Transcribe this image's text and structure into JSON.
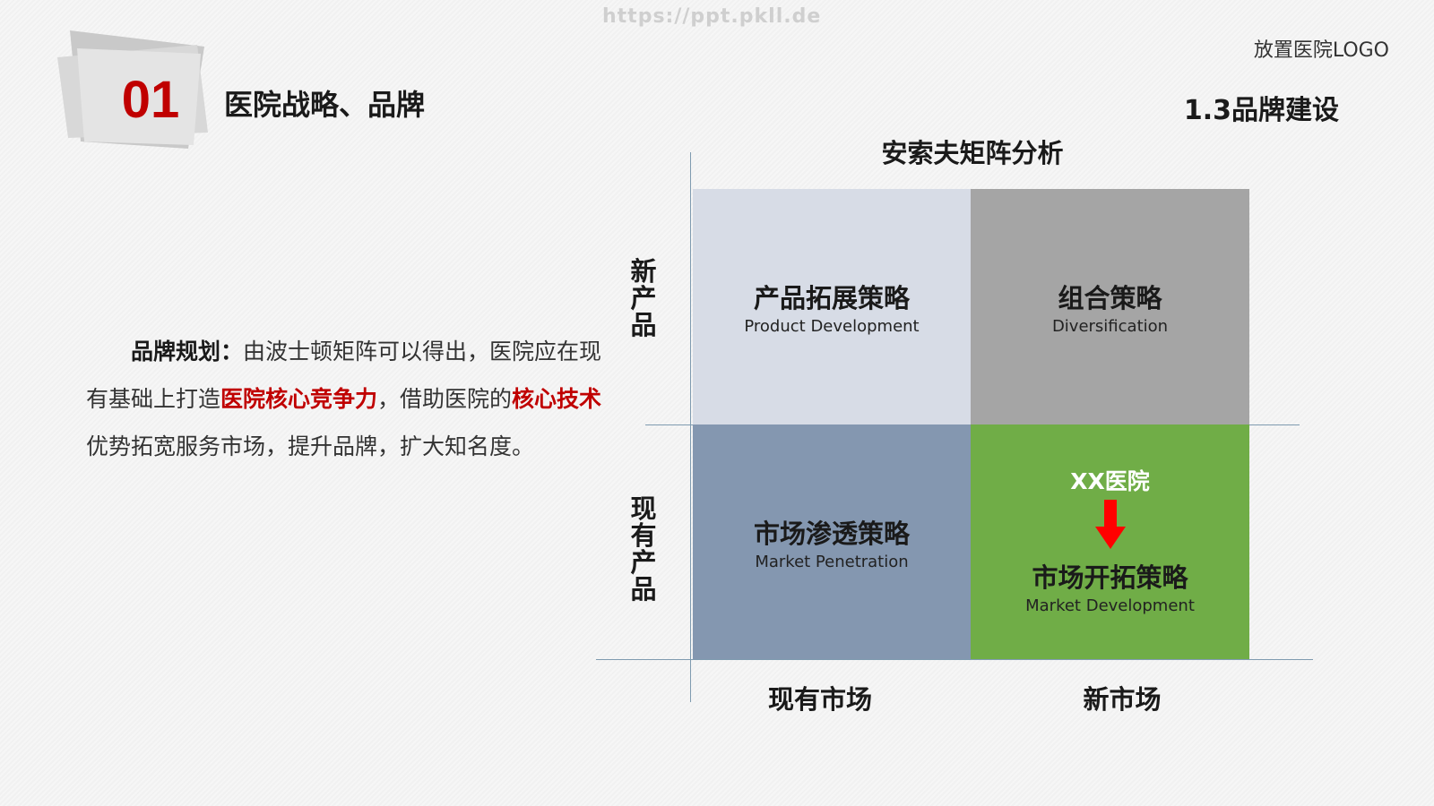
{
  "header": {
    "watermark": "https://ppt.pkll.de",
    "logo_placeholder": "放置医院LOGO",
    "section_number": "01",
    "section_title": "医院战略、品牌",
    "subsection_title": "1.3品牌建设"
  },
  "body": {
    "lead": "品牌规划：",
    "part1": "由波士顿矩阵可以得出，医院应在现有基础上打造",
    "highlight1": "医院核心竞争力",
    "part2": "，借助医院的",
    "highlight2": "核心技术",
    "part3": "优势拓宽服务市场，提升品牌，扩大知名度。"
  },
  "matrix": {
    "title": "安索夫矩阵分析",
    "row_labels": {
      "new_product": "新产品",
      "existing_product": "现有产品"
    },
    "col_labels": {
      "existing_market": "现有市场",
      "new_market": "新市场"
    },
    "cells": {
      "product_development": {
        "zh": "产品拓展策略",
        "en": "Product Development"
      },
      "diversification": {
        "zh": "组合策略",
        "en": "Diversification"
      },
      "market_penetration": {
        "zh": "市场渗透策略",
        "en": "Market Penetration"
      },
      "market_development": {
        "zh": "市场开拓策略",
        "en": "Market Development",
        "marker": "XX医院"
      }
    },
    "colors": {
      "product_development": "#d7dce6",
      "diversification": "#a5a5a5",
      "market_penetration": "#8497b0",
      "market_development": "#70ad47",
      "arrow": "#ff0000",
      "accent": "#c00000"
    }
  }
}
